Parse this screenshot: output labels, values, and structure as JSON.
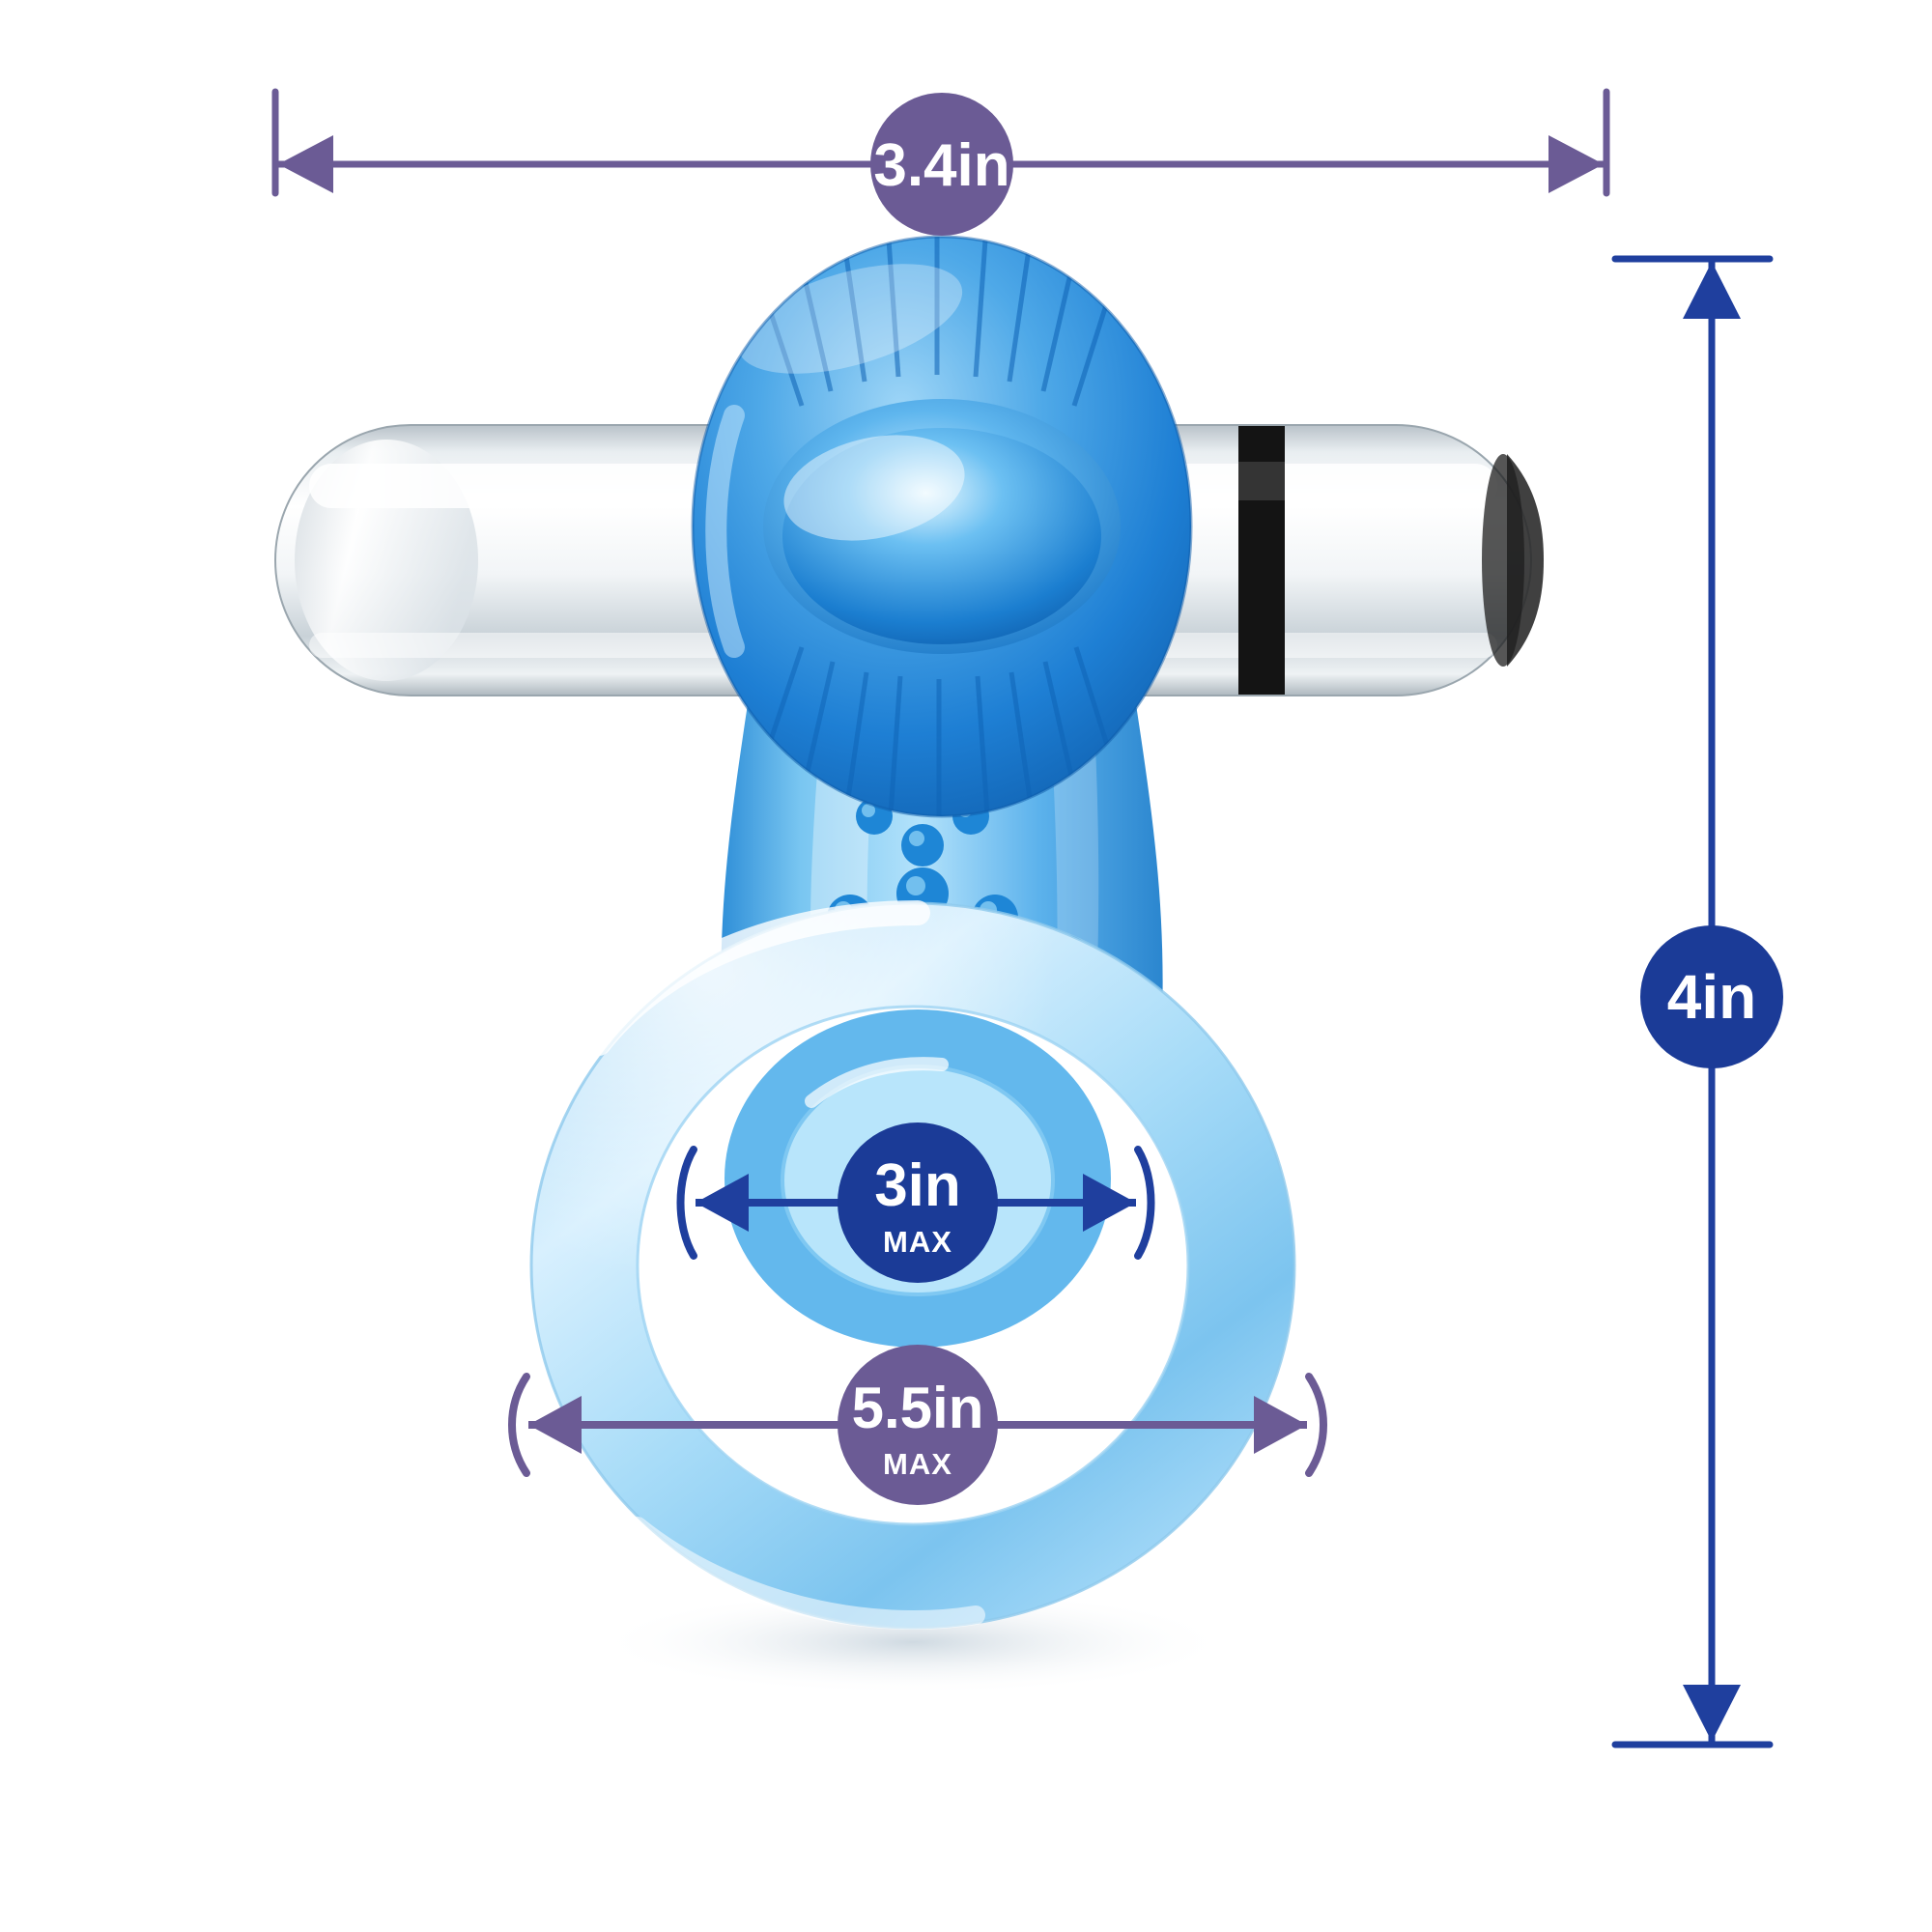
{
  "diagram": {
    "title": "Vibrating cock ring product dimension diagram",
    "background_color": "#ffffff",
    "colors": {
      "purple_dimension": "#6b5b95",
      "blue_dimension": "#1f3f9e",
      "badge_purple": "#6b5b95",
      "badge_blue": "#1b3b97",
      "ring_light_blue": "#a9d8f5",
      "body_blue": "#49a6e8",
      "nub_blue": "#1673c9",
      "bullet_silver": "#e8ecef",
      "bullet_band": "#1a1a1a"
    }
  },
  "measurements": [
    {
      "id": "width-top",
      "label": "3.4in",
      "sublabel": "",
      "orientation": "horizontal",
      "badge_color": "#6b5b95",
      "line_color": "#6b5b95"
    },
    {
      "id": "height-right",
      "label": "4in",
      "sublabel": "",
      "orientation": "vertical",
      "badge_color": "#1b3b97",
      "line_color": "#1f3f9e"
    },
    {
      "id": "inner-ring-diameter",
      "label": "3in",
      "sublabel": "MAX",
      "orientation": "horizontal",
      "badge_color": "#1b3b97",
      "line_color": "#1f3f9e"
    },
    {
      "id": "outer-ring-diameter",
      "label": "5.5in",
      "sublabel": "MAX",
      "orientation": "horizontal",
      "badge_color": "#6b5b95",
      "line_color": "#6b5b95"
    }
  ],
  "product": {
    "name": "vibrating-cock-ring",
    "parts": [
      {
        "name": "bullet-vibrator",
        "description": "horizontal silver bullet with black band"
      },
      {
        "name": "clitoral-stimulator-head",
        "description": "blue textured oval head"
      },
      {
        "name": "nubbed-shaft",
        "description": "blue shaft with raised nubs"
      },
      {
        "name": "outer-ring",
        "description": "large light blue ring"
      },
      {
        "name": "inner-ring",
        "description": "small inner ring opening"
      }
    ]
  }
}
